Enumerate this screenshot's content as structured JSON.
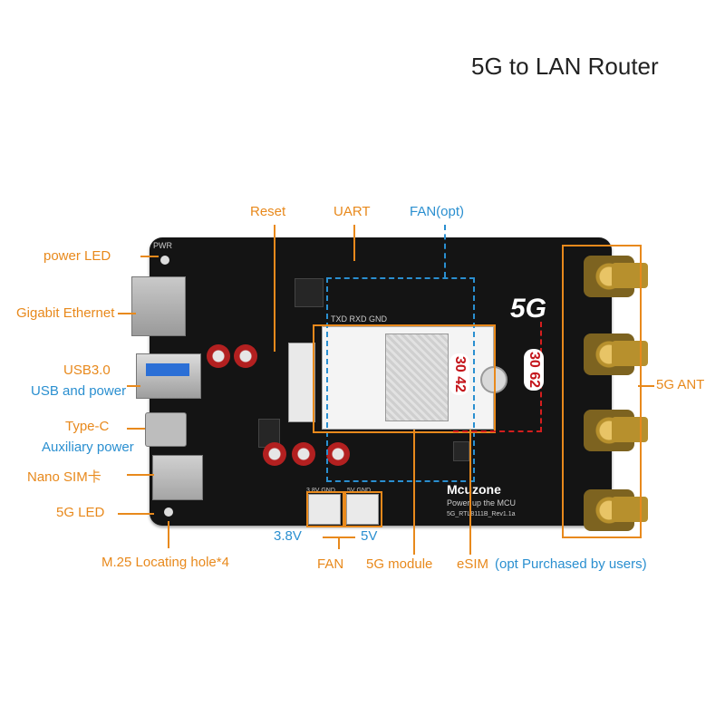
{
  "title": "5G to LAN Router",
  "labels": {
    "power_led": "power LED",
    "gigabit_ethernet": "Gigabit Ethernet",
    "usb30": "USB3.0",
    "usb_and_power": "USB and power",
    "type_c": "Type-C",
    "aux_power": "Auxiliary power",
    "nano_sim": "Nano SIM卡",
    "led_5g": "5G LED",
    "locating_hole": "M.25 Locating hole*4",
    "reset": "Reset",
    "uart": "UART",
    "fan_opt": "FAN(opt)",
    "ant_5g": "5G ANT",
    "v38": "3.8V",
    "v5": "5V",
    "fan": "FAN",
    "module_5g": "5G module",
    "esim": "eSIM",
    "esim_note": "(opt Purchased by users)"
  },
  "board": {
    "brand": "Mcuzone",
    "brand_tagline": "Power up the MCU",
    "logo_5g": "5G",
    "rev": "5G_RTL8111B_Rev1.1a",
    "size_3042": "30 42",
    "size_3062": "30 62",
    "fan38_silk": "3.8V GND",
    "fan5_silk": "5V GND",
    "pwr_silk": "PWR",
    "uart_silk": "TXD RXD GND"
  },
  "colors": {
    "orange": "#e8891c",
    "blue": "#2a8fd0",
    "red": "#d41e1e",
    "board": "#141414"
  }
}
